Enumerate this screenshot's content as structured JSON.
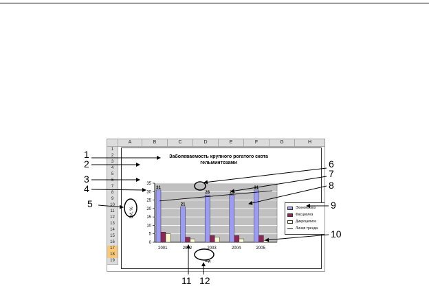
{
  "sheet": {
    "columns": [
      "A",
      "B",
      "C",
      "D",
      "E",
      "F",
      "G",
      "H"
    ],
    "rows": [
      "1",
      "2",
      "3",
      "4",
      "5",
      "6",
      "7",
      "8",
      "9",
      "10",
      "11",
      "12",
      "13",
      "14",
      "15",
      "16",
      "17",
      "18",
      "19"
    ],
    "highlight_rows": [
      "17",
      "18"
    ]
  },
  "chart": {
    "title_line1": "Заболеваемость крупного рогатого скота",
    "title_line2": "гельминтозами"
  },
  "chart_data": {
    "type": "bar",
    "title": "Заболеваемость крупного рогатого скота гельминтозами",
    "xlabel": "год",
    "ylabel": "ЭИ, %",
    "categories": [
      "2001",
      "2002",
      "2003",
      "2004",
      "2005"
    ],
    "ylim": [
      0,
      35
    ],
    "yticks": [
      0,
      5,
      10,
      15,
      20,
      25,
      30,
      35
    ],
    "grid": true,
    "legend": "right",
    "series": [
      {
        "name": "Эхинококкоз",
        "values": [
          31,
          21,
          28,
          28,
          31
        ],
        "color": "#9c9cf4",
        "labels": [
          "31",
          "21",
          "28",
          "28",
          "31"
        ]
      },
      {
        "name": "Фасциолез",
        "values": [
          6,
          3,
          4,
          4,
          4
        ],
        "color": "#8e2657"
      },
      {
        "name": "Дикроцелиоз",
        "values": [
          5,
          2,
          3,
          2,
          1
        ],
        "color": "#fbfbd0"
      }
    ],
    "trend": {
      "name": "Линия тренда",
      "start": 24.5,
      "end": 30.5
    }
  },
  "callouts": [
    "1",
    "2",
    "3",
    "4",
    "5",
    "6",
    "7",
    "8",
    "9",
    "10",
    "11",
    "12"
  ],
  "colors": {
    "plot_bg": "#c0c0c0",
    "grid": "#ffffff",
    "header_bg": "#dcdcdc",
    "row_highlight": "#f6c878"
  }
}
